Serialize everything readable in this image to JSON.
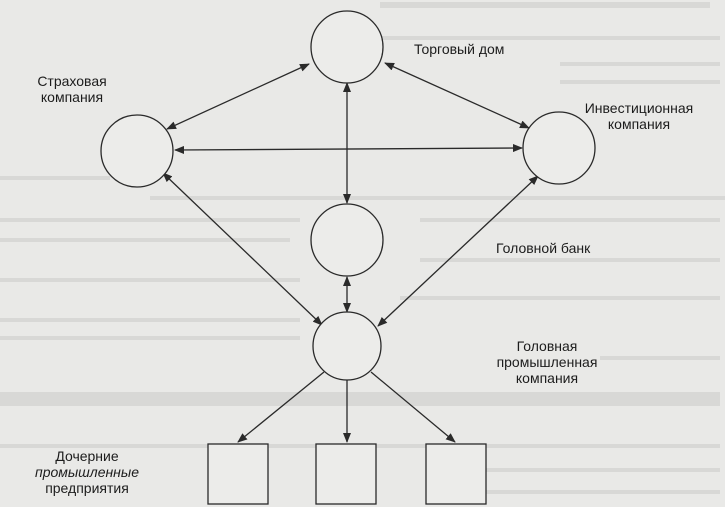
{
  "nodes": {
    "trade_house": "Торговый дом",
    "insurance": [
      "Страховая",
      "компания"
    ],
    "investment": [
      "Инвестиционная",
      "компания"
    ],
    "head_bank": "Головной банк",
    "head_industrial": [
      "Головная",
      "промышленная",
      "компания"
    ],
    "subsidiaries": [
      "Дочерние",
      "промышленные",
      "предприятия"
    ]
  },
  "colors": {
    "line": "#2a2a2a",
    "background": "#e9e9e7"
  }
}
